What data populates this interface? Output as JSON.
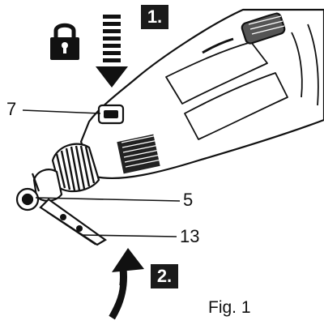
{
  "steps": [
    {
      "label": "1."
    },
    {
      "label": "2."
    }
  ],
  "callouts": [
    {
      "number": "7",
      "part": "lock-button"
    },
    {
      "number": "5",
      "part": "collet-nut"
    },
    {
      "number": "13",
      "part": "spanner"
    }
  ],
  "caption": "Fig. 1",
  "icons": [
    "lock-icon",
    "push-down-arrow-icon",
    "curved-rotate-arrow-icon"
  ],
  "colors": {
    "ink": "#111111",
    "box": "#1a1a1a",
    "paper": "#ffffff"
  }
}
